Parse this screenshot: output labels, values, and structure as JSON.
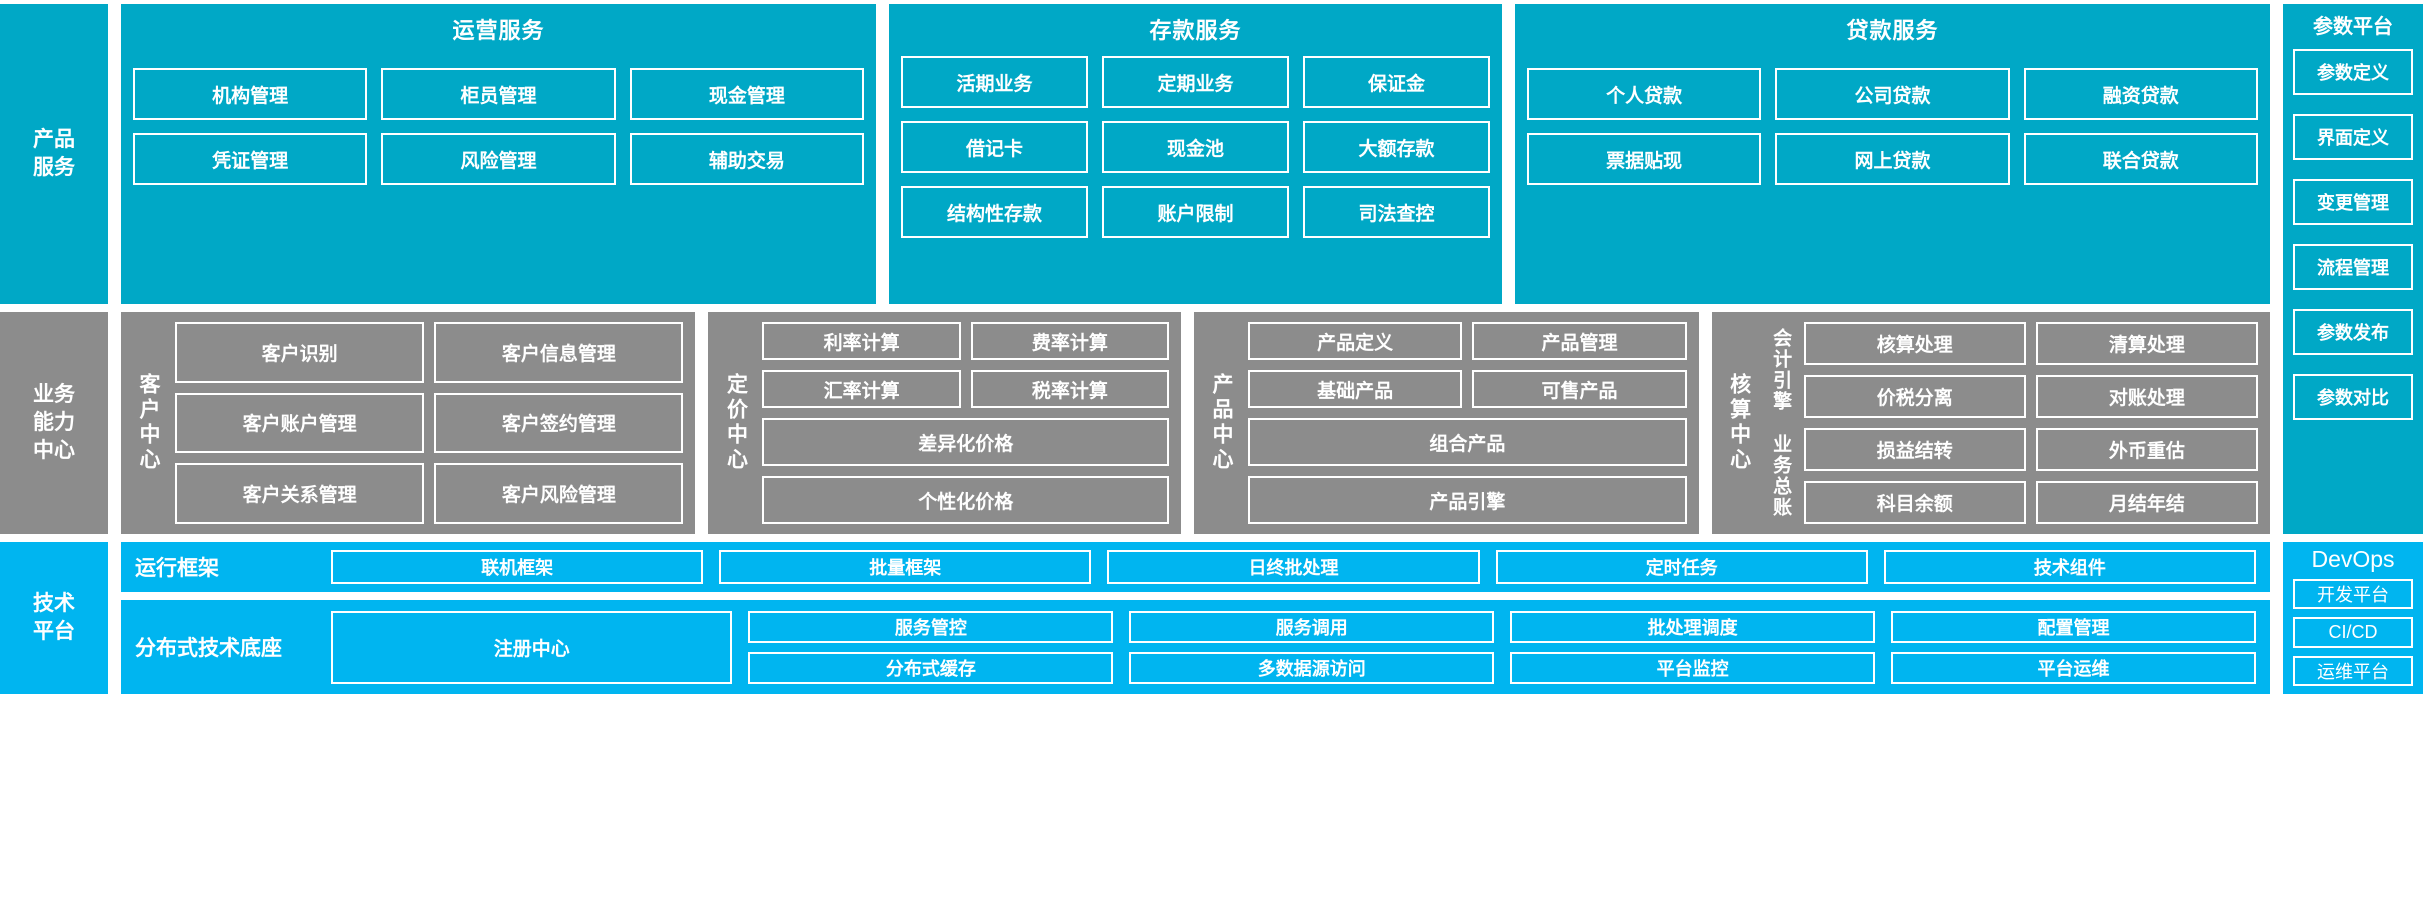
{
  "colors": {
    "teal": "#00a8c6",
    "gray": "#8c8c8c",
    "blue": "#00b5f0",
    "border": "#ffffff",
    "text": "#ffffff"
  },
  "rows": {
    "product_services": {
      "spine_label": "产品\n服务",
      "panels": [
        {
          "title": "运营服务",
          "items": [
            "机构管理",
            "柜员管理",
            "现金管理",
            "凭证管理",
            "风险管理",
            "辅助交易"
          ]
        },
        {
          "title": "存款服务",
          "items": [
            "活期业务",
            "定期业务",
            "保证金",
            "借记卡",
            "现金池",
            "大额存款",
            "结构性存款",
            "账户限制",
            "司法查控"
          ]
        },
        {
          "title": "贷款服务",
          "items": [
            "个人贷款",
            "公司贷款",
            "融资贷款",
            "票据贴现",
            "网上贷款",
            "联合贷款"
          ]
        }
      ]
    },
    "business_capability": {
      "spine_label": "业务\n能力\n中心",
      "centers": [
        {
          "label": "客户中心",
          "grid_items": [
            "客户识别",
            "客户信息管理",
            "客户账户管理",
            "客户签约管理",
            "客户关系管理",
            "客户风险管理"
          ],
          "full_items": []
        },
        {
          "label": "定价中心",
          "grid_items": [
            "利率计算",
            "费率计算",
            "汇率计算",
            "税率计算"
          ],
          "full_items": [
            "差异化价格",
            "个性化价格"
          ]
        },
        {
          "label": "产品中心",
          "grid_items": [
            "产品定义",
            "产品管理",
            "基础产品",
            "可售产品"
          ],
          "full_items": [
            "组合产品",
            "产品引擎"
          ]
        },
        {
          "label": "核算中心",
          "subgroups": [
            {
              "label": "会计引擎",
              "items": [
                "核算处理",
                "清算处理",
                "价税分离",
                "对账处理"
              ]
            },
            {
              "label": "业务总账",
              "items": [
                "损益结转",
                "外币重估",
                "科目余额",
                "月结年结"
              ]
            }
          ]
        }
      ]
    },
    "technical_platform": {
      "spine_label": "技术\n平台",
      "runtime_framework": {
        "label": "运行框架",
        "items": [
          "联机框架",
          "批量框架",
          "日终批处理",
          "定时任务",
          "技术组件"
        ]
      },
      "distributed_base": {
        "label": "分布式技术底座",
        "columns": [
          {
            "items": [
              "注册中心"
            ]
          },
          {
            "items": [
              "服务管控",
              "分布式缓存"
            ]
          },
          {
            "items": [
              "服务调用",
              "多数据源访问"
            ]
          },
          {
            "items": [
              "批处理调度",
              "平台监控"
            ]
          },
          {
            "items": [
              "配置管理",
              "平台运维"
            ]
          }
        ]
      }
    }
  },
  "param_platform": {
    "title": "参数平台",
    "items": [
      "参数定义",
      "界面定义",
      "变更管理",
      "流程管理",
      "参数发布",
      "参数对比"
    ]
  },
  "devops": {
    "title": "DevOps",
    "items": [
      "开发平台",
      "CI/CD",
      "运维平台"
    ]
  }
}
